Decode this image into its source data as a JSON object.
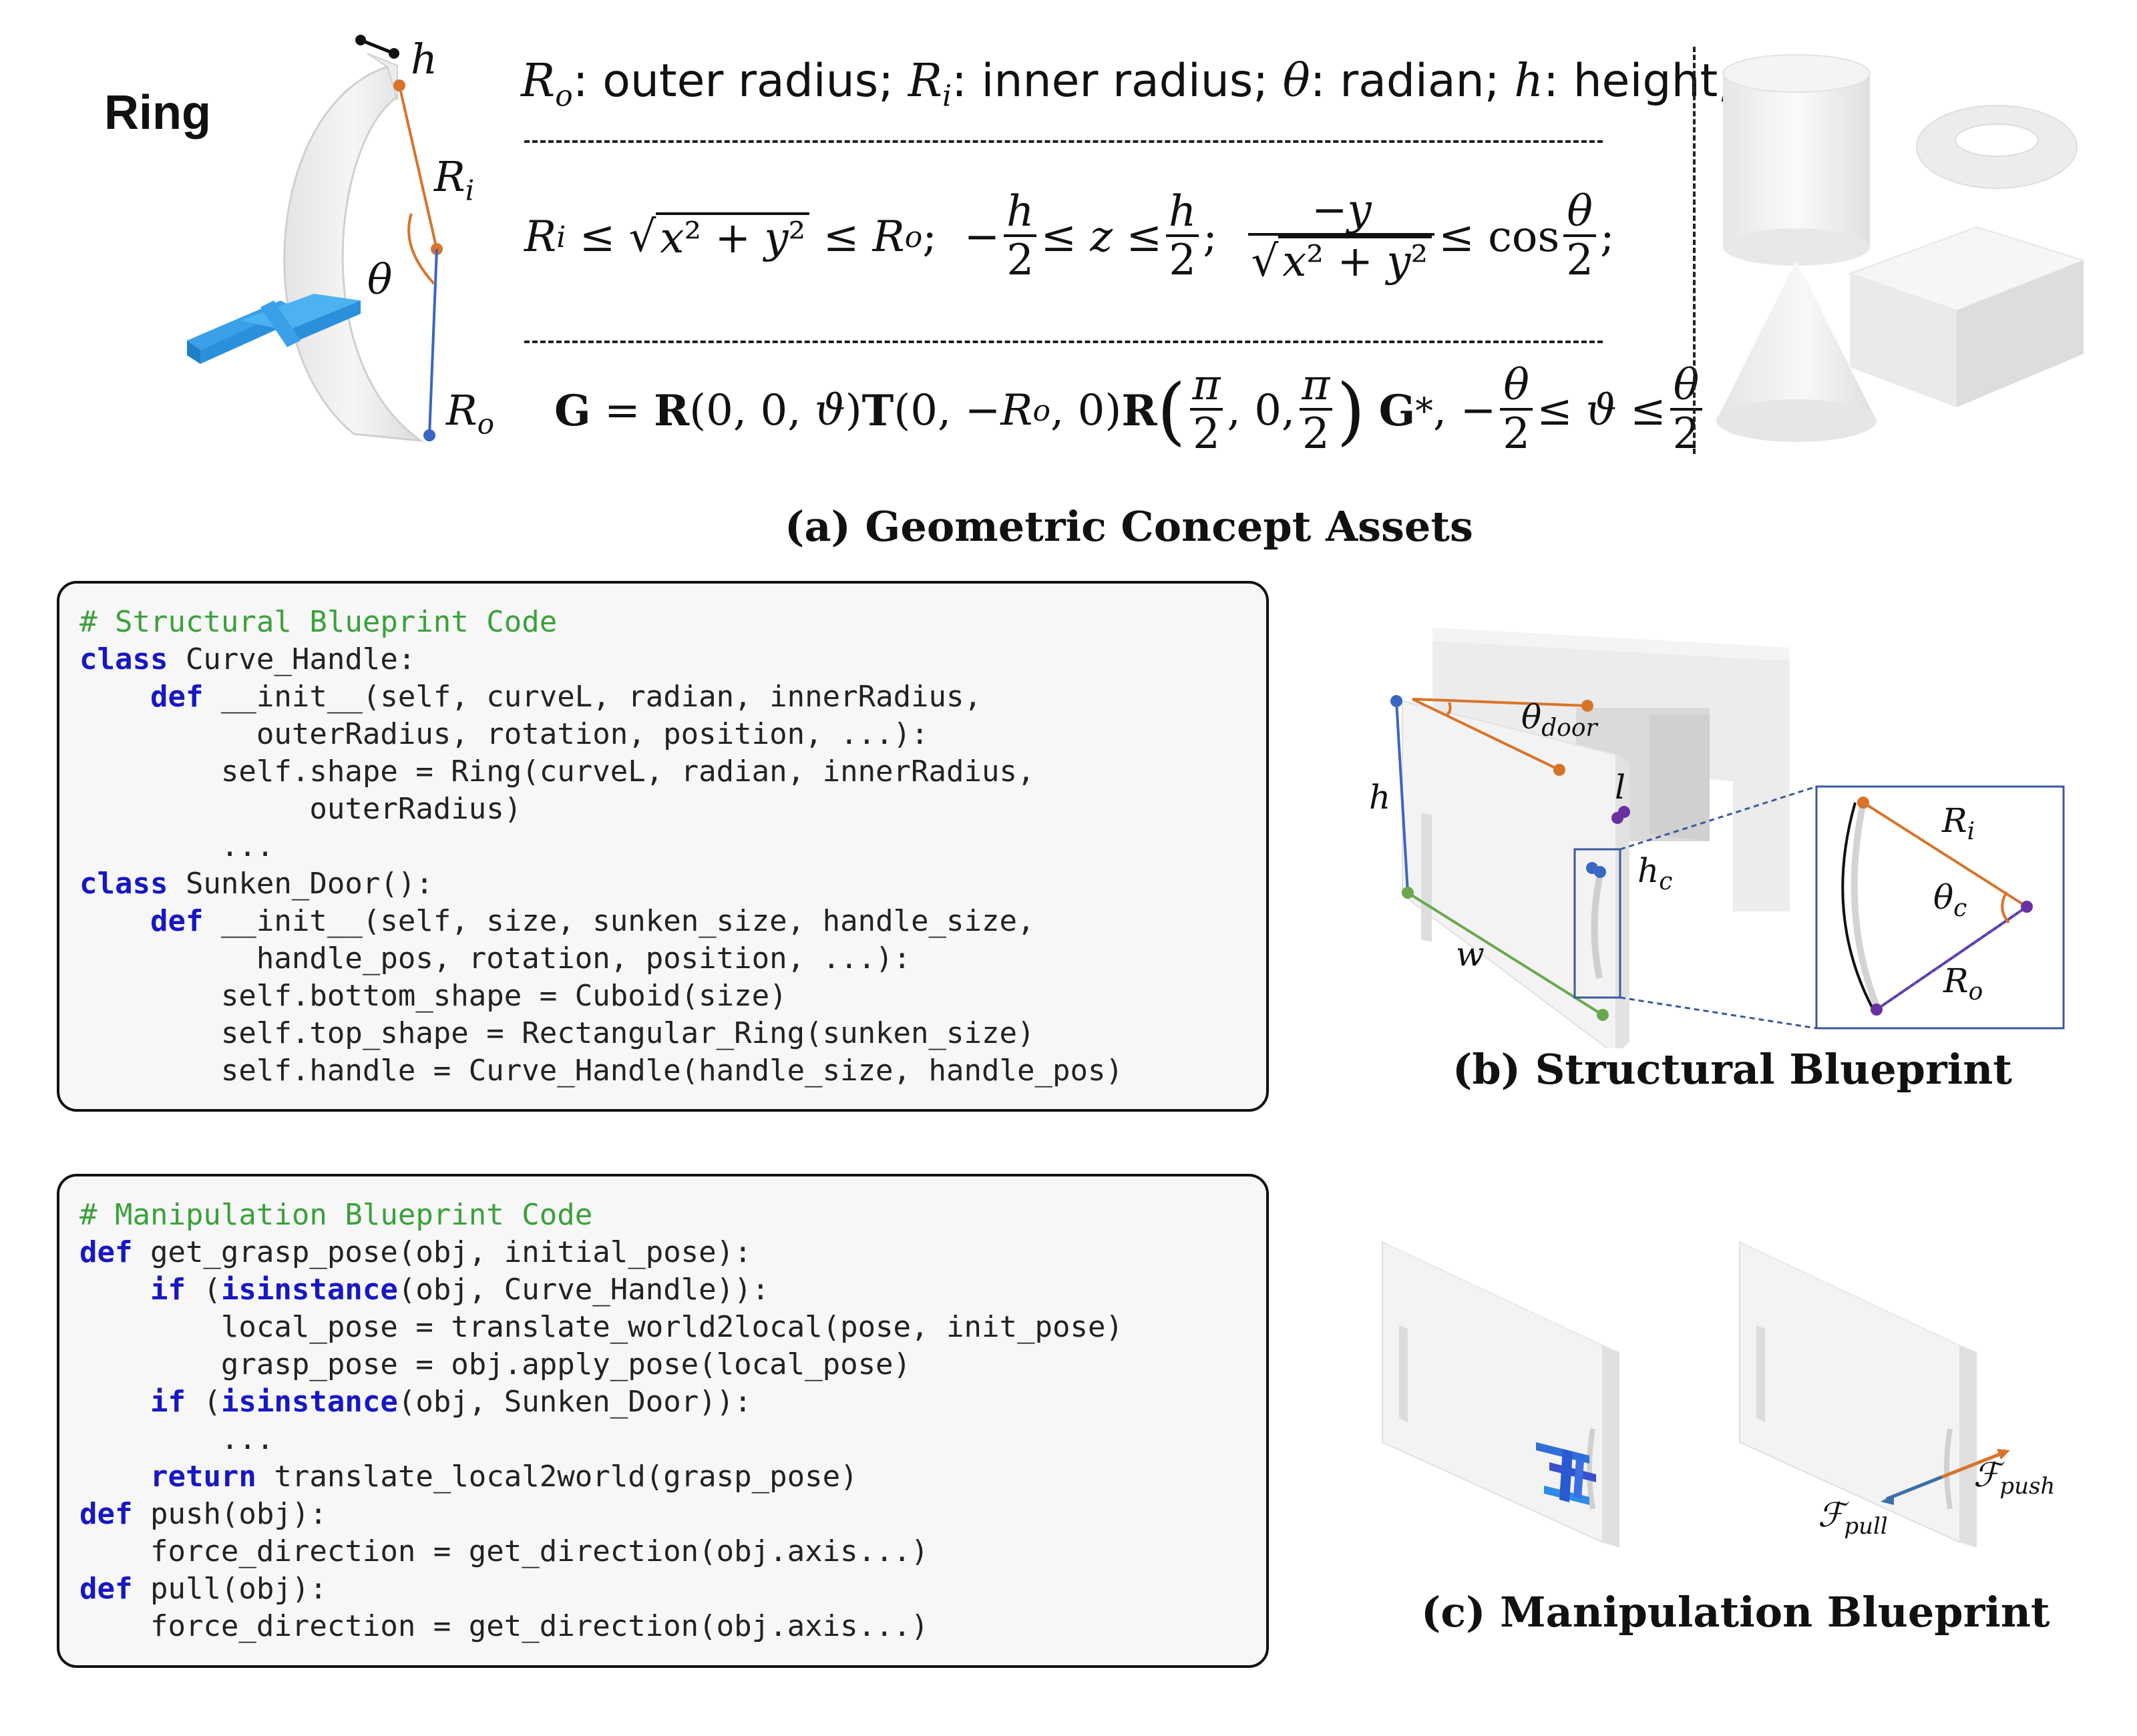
{
  "panel_a": {
    "title": "Ring",
    "legend": {
      "Ro": "R",
      "Ro_sub": "o",
      "outer": ": outer radius; ",
      "Ri": "R",
      "Ri_sub": "i",
      "inner": ": inner radius; ",
      "theta": "θ",
      "radian": ": radian; ",
      "h": "h",
      "height": ": height;"
    },
    "ring_labels": {
      "h": "h",
      "Ri": "R",
      "Ri_sub": "i",
      "theta": "θ",
      "Ro": "R",
      "Ro_sub": "o"
    },
    "caption": "(a) Geometric Concept Assets"
  },
  "panel_b": {
    "caption": "(b) Structural Blueprint",
    "labels": {
      "theta_door": "θ",
      "theta_door_sub": "door",
      "l": "l",
      "h": "h",
      "hc": "h",
      "hc_sub": "c",
      "w": "w",
      "Ri": "R",
      "Ri_sub": "i",
      "theta_c": "θ",
      "theta_c_sub": "c",
      "Ro": "R",
      "Ro_sub": "o"
    }
  },
  "panel_c": {
    "caption": "(c) Manipulation Blueprint",
    "labels": {
      "F": "ℱ",
      "push": "push",
      "pull": "pull"
    }
  },
  "code_structural": {
    "lines": [
      "# Structural Blueprint Code",
      "class Curve_Handle:",
      "    def __init__(self, curveL, radian, innerRadius,",
      "          outerRadius, rotation, position, ...):",
      "        self.shape = Ring(curveL, radian, innerRadius,",
      "             outerRadius)",
      "        ...",
      "class Sunken_Door():",
      "    def __init__(self, size, sunken_size, handle_size,",
      "          handle_pos, rotation, position, ...):",
      "        self.bottom_shape = Cuboid(size)",
      "        self.top_shape = Rectangular_Ring(sunken_size)",
      "        self.handle = Curve_Handle(handle_size, handle_pos)"
    ]
  },
  "code_manipulation": {
    "lines": [
      "# Manipulation Blueprint Code",
      "def get_grasp_pose(obj, initial_pose):",
      "    if (isinstance(obj, Curve_Handle)):",
      "        local_pose = translate_world2local(pose, init_pose)",
      "        grasp_pose = obj.apply_pose(local_pose)",
      "    if (isinstance(obj, Sunken_Door)):",
      "        ...",
      "    return translate_local2world(grasp_pose)",
      "def push(obj):",
      "    force_direction = get_direction(obj.axis...)",
      "def pull(obj):",
      "    force_direction = get_direction(obj.axis...)"
    ]
  },
  "colors": {
    "orange": "#d8742a",
    "blue": "#3a66c4",
    "green": "#6aa84f",
    "purple": "#6a2fa0",
    "keyword": "#1717c4",
    "comment": "#3aa13a"
  }
}
